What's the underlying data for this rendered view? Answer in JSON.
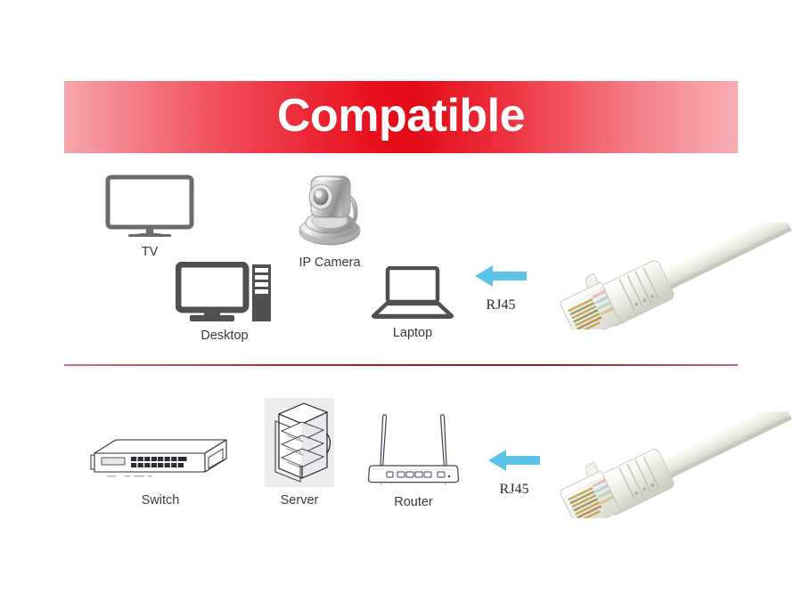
{
  "banner": {
    "title": "Compatible",
    "bg_color_center": "#e20a16",
    "bg_color_edge": "#f6a7ad",
    "text_color": "#ffffff"
  },
  "divider": {
    "color": "#b5202c"
  },
  "arrow": {
    "color": "#5cc4e8",
    "direction": "left"
  },
  "rows": [
    {
      "name": "consumer-devices",
      "devices": [
        {
          "label": "TV",
          "icon": "tv-icon"
        },
        {
          "label": "Desktop",
          "icon": "desktop-computer-icon"
        },
        {
          "label": "IP Camera",
          "icon": "ip-camera-icon"
        },
        {
          "label": "Laptop",
          "icon": "laptop-icon"
        }
      ],
      "connector": {
        "label": "RJ45",
        "icon": "rj45-cable-icon"
      }
    },
    {
      "name": "network-devices",
      "devices": [
        {
          "label": "Switch",
          "icon": "network-switch-icon"
        },
        {
          "label": "Server",
          "icon": "server-rack-icon"
        },
        {
          "label": "Router",
          "icon": "wifi-router-icon"
        }
      ],
      "connector": {
        "label": "RJ45",
        "icon": "rj45-cable-icon"
      }
    }
  ]
}
